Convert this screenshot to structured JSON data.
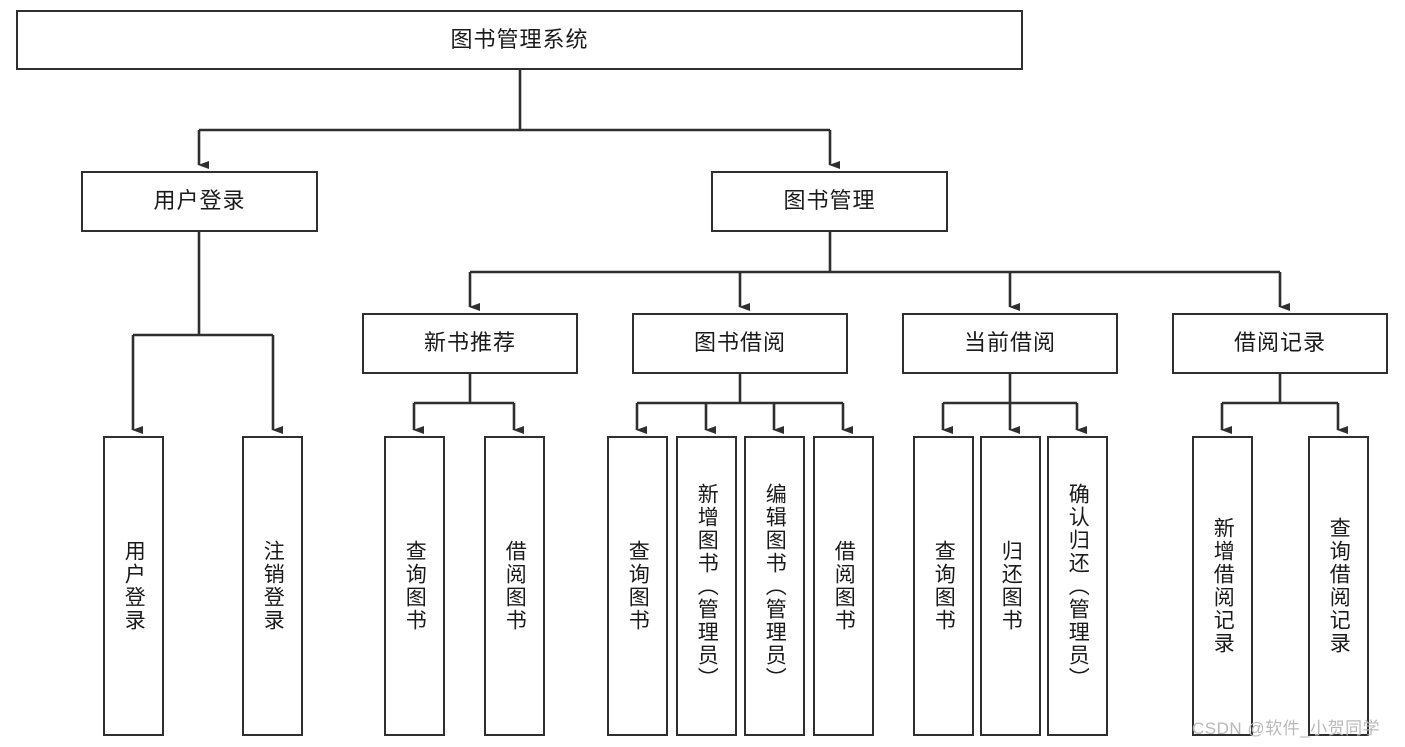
{
  "diagram": {
    "type": "tree-hierarchy",
    "title": "图书管理系统",
    "root": {
      "id": "root",
      "label": "图书管理系统"
    },
    "level2": [
      {
        "id": "user-login",
        "label": "用户登录"
      },
      {
        "id": "book-manage",
        "label": "图书管理"
      }
    ],
    "level3": [
      {
        "id": "new-book-rec",
        "label": "新书推荐",
        "parent": "book-manage"
      },
      {
        "id": "book-borrow",
        "label": "图书借阅",
        "parent": "book-manage"
      },
      {
        "id": "current-borrow",
        "label": "当前借阅",
        "parent": "book-manage"
      },
      {
        "id": "borrow-record",
        "label": "借阅记录",
        "parent": "book-manage"
      }
    ],
    "leaves": [
      {
        "id": "leaf-user-login",
        "label": "用户登录",
        "parent": "user-login"
      },
      {
        "id": "leaf-logout",
        "label": "注销登录",
        "parent": "user-login"
      },
      {
        "id": "leaf-query-book-1",
        "label": "查询图书",
        "parent": "new-book-rec"
      },
      {
        "id": "leaf-borrow-book-1",
        "label": "借阅图书",
        "parent": "new-book-rec"
      },
      {
        "id": "leaf-query-book-2",
        "label": "查询图书",
        "parent": "book-borrow"
      },
      {
        "id": "leaf-add-book",
        "label": "新增图书（管理员）",
        "parent": "book-borrow"
      },
      {
        "id": "leaf-edit-book",
        "label": "编辑图书（管理员）",
        "parent": "book-borrow"
      },
      {
        "id": "leaf-borrow-book-2",
        "label": "借阅图书",
        "parent": "book-borrow"
      },
      {
        "id": "leaf-query-book-3",
        "label": "查询图书",
        "parent": "current-borrow"
      },
      {
        "id": "leaf-return-book",
        "label": "归还图书",
        "parent": "current-borrow"
      },
      {
        "id": "leaf-confirm-return",
        "label": "确认归还（管理员）",
        "parent": "current-borrow"
      },
      {
        "id": "leaf-add-record",
        "label": "新增借阅记录",
        "parent": "borrow-record"
      },
      {
        "id": "leaf-query-record",
        "label": "查询借阅记录",
        "parent": "borrow-record"
      }
    ],
    "colors": {
      "stroke": "#2f2f2f",
      "fill": "#ffffff",
      "text": "#1a1a1a",
      "watermark": "#b9b9b9"
    }
  },
  "watermark": {
    "text": "CSDN @软件_小贺同学"
  }
}
